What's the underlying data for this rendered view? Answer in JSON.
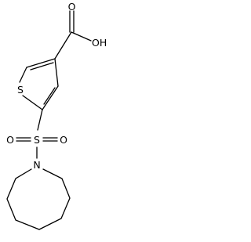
{
  "atoms": {
    "carboxyl_oxygen": "O",
    "hydroxyl": "OH",
    "ring_sulfur": "S",
    "sulfonyl_sulfur": "S",
    "sulfonyl_oxygen_left": "O",
    "sulfonyl_oxygen_right": "O",
    "azepane_nitrogen": "N"
  },
  "colors": {
    "bond": "#000000",
    "label": "#000000",
    "background": "#ffffff"
  }
}
